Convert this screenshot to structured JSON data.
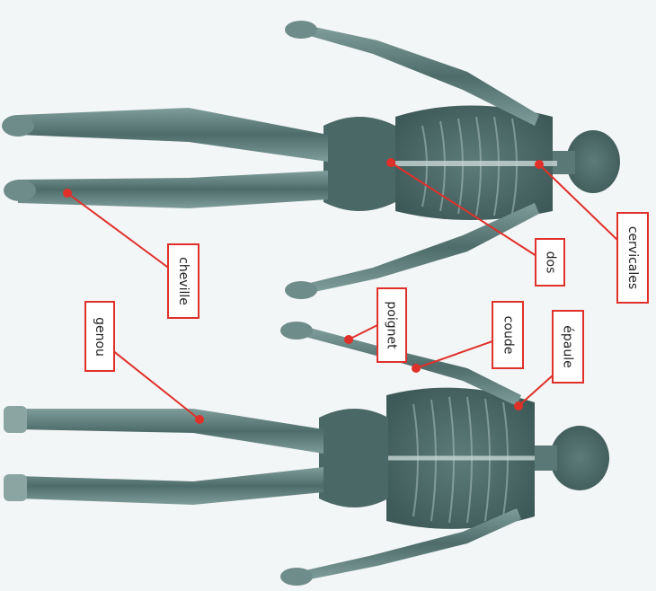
{
  "labels": {
    "cervicales": "cervicales",
    "dos": "dos",
    "cheville": "cheville",
    "genou": "genou",
    "poignet": "poignet",
    "coude": "coude",
    "epaule": "épaule"
  },
  "colors": {
    "accent": "#e0302a",
    "body": "#4f6e6c",
    "body_light": "#8aa5a2",
    "background": "#f3f6f6"
  }
}
